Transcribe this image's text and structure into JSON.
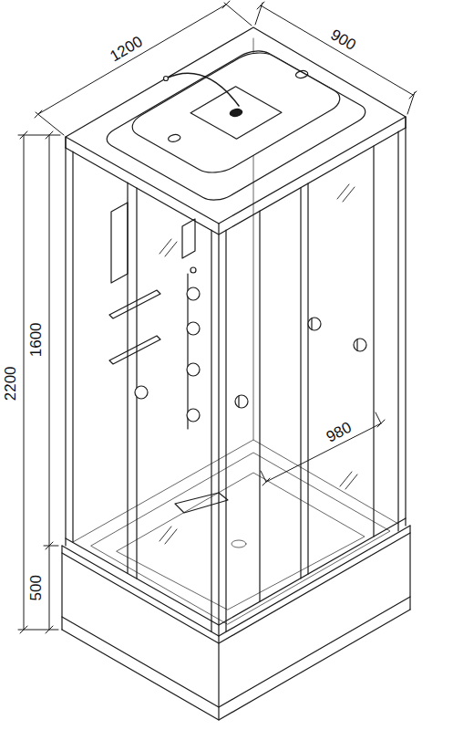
{
  "diagram": {
    "labels": [
      "1200",
      "900",
      "2200",
      "1600",
      "500",
      "980"
    ]
  }
}
